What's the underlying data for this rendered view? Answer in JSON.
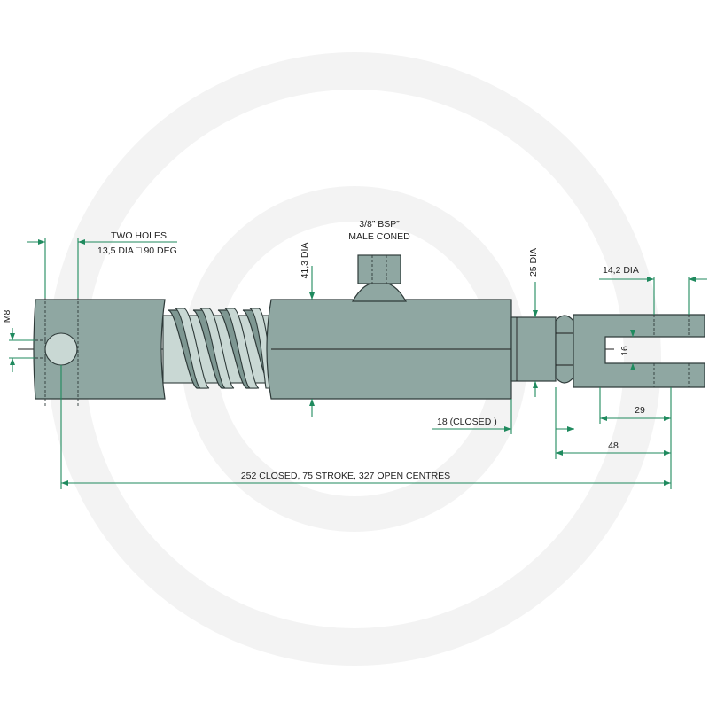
{
  "colors": {
    "body": "#8fa7a2",
    "spring": "#c9d8d4",
    "dimension": "#1f8a5e",
    "outline": "#2f3b3a",
    "watermark": "#f3f3f3"
  },
  "labels": {
    "two_holes_line1": "TWO HOLES",
    "two_holes_line2": "13,5 DIA □ 90 DEG",
    "port_line1": "3/8” BSP”",
    "port_line2": "MALE CONED",
    "body_dia": "41,3 DIA",
    "rod_dia": "25 DIA",
    "clevis_hole": "14,2 DIA",
    "thread": "M8",
    "clevis_gap": "16",
    "closed_offset": "18 (CLOSED )",
    "clevis_depth": "29",
    "clevis_length": "48",
    "overall": "252 CLOSED, 75 STROKE, 327 OPEN CENTRES"
  }
}
